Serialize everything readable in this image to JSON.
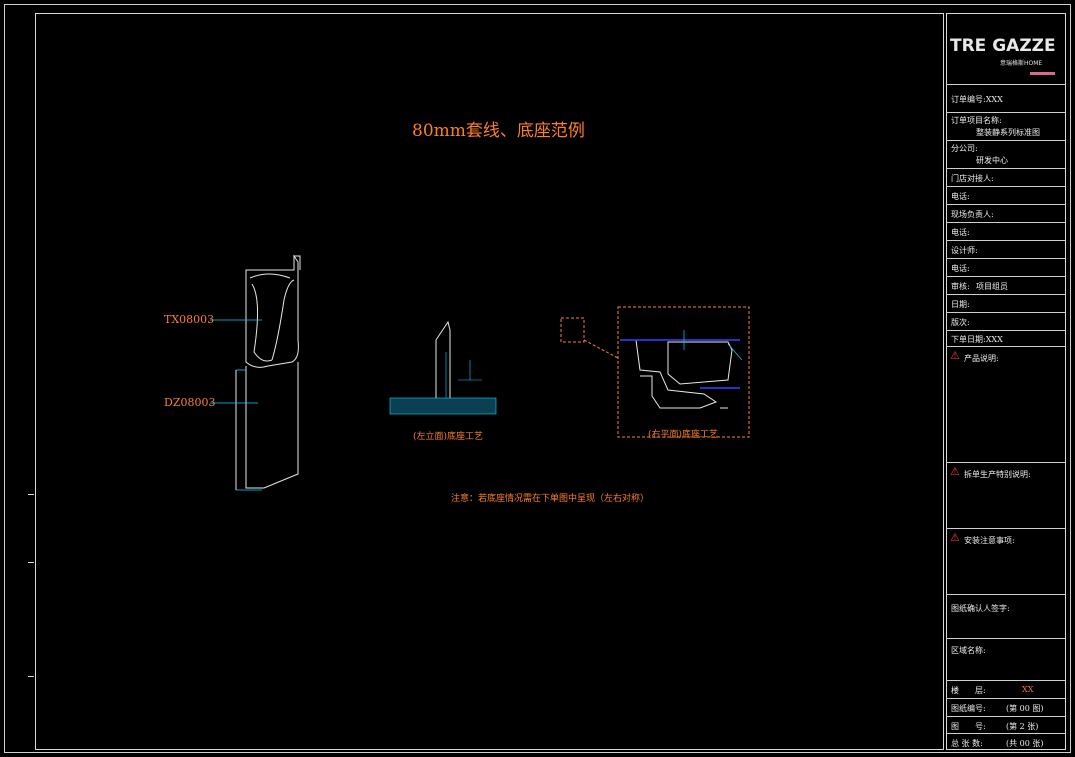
{
  "drawing": {
    "title": "80mm套线、底座范例",
    "labels": {
      "part1": "TX08003",
      "part2": "DZ08003"
    },
    "captions": {
      "left_view": "(左立面)底座工艺",
      "right_view": "(右平面)底座工艺"
    },
    "note": "注意：若底座情况需在下单图中呈现（左右对称）"
  },
  "titleblock": {
    "logo_main": "TRE GAZZE",
    "logo_sub": "意瑞格斯HOME",
    "rows": [
      {
        "label": "订单编号:XXX"
      },
      {
        "label": "订单项目名称:",
        "value": "整装静系列标准图"
      },
      {
        "label": "分公司:",
        "value": "研发中心"
      },
      {
        "label": "门店对接人:"
      },
      {
        "label": "电话:"
      },
      {
        "label": "现场负责人:"
      },
      {
        "label": "电话:"
      },
      {
        "label": "设计师:"
      },
      {
        "label": "电话:"
      },
      {
        "label": "审核:",
        "value": "项目组员"
      },
      {
        "label": "日期:"
      },
      {
        "label": "版次:"
      },
      {
        "label": "下单日期:XXX"
      }
    ],
    "product_desc": "产品说明:",
    "prod_notes": "拆单生产特别说明:",
    "install_notes": "安装注意事项:",
    "confirm_sign": "图纸确认人签字:",
    "region_sign": "区域名称:",
    "bottom": {
      "floor_label": "楼　　层:",
      "floor_value": "XX",
      "drawing_no_label": "图纸编号:",
      "drawing_no_value": "(第 00 图)",
      "page_label": "图　　号:",
      "page_value": "(第 2 张)",
      "total_label": "总 张 数:",
      "total_value": "(共 00 张)"
    }
  },
  "colors": {
    "accent": "#ff7f27",
    "line": "#00d4ff",
    "frame": "#d8d8d8",
    "warn": "#ff3a3a"
  }
}
